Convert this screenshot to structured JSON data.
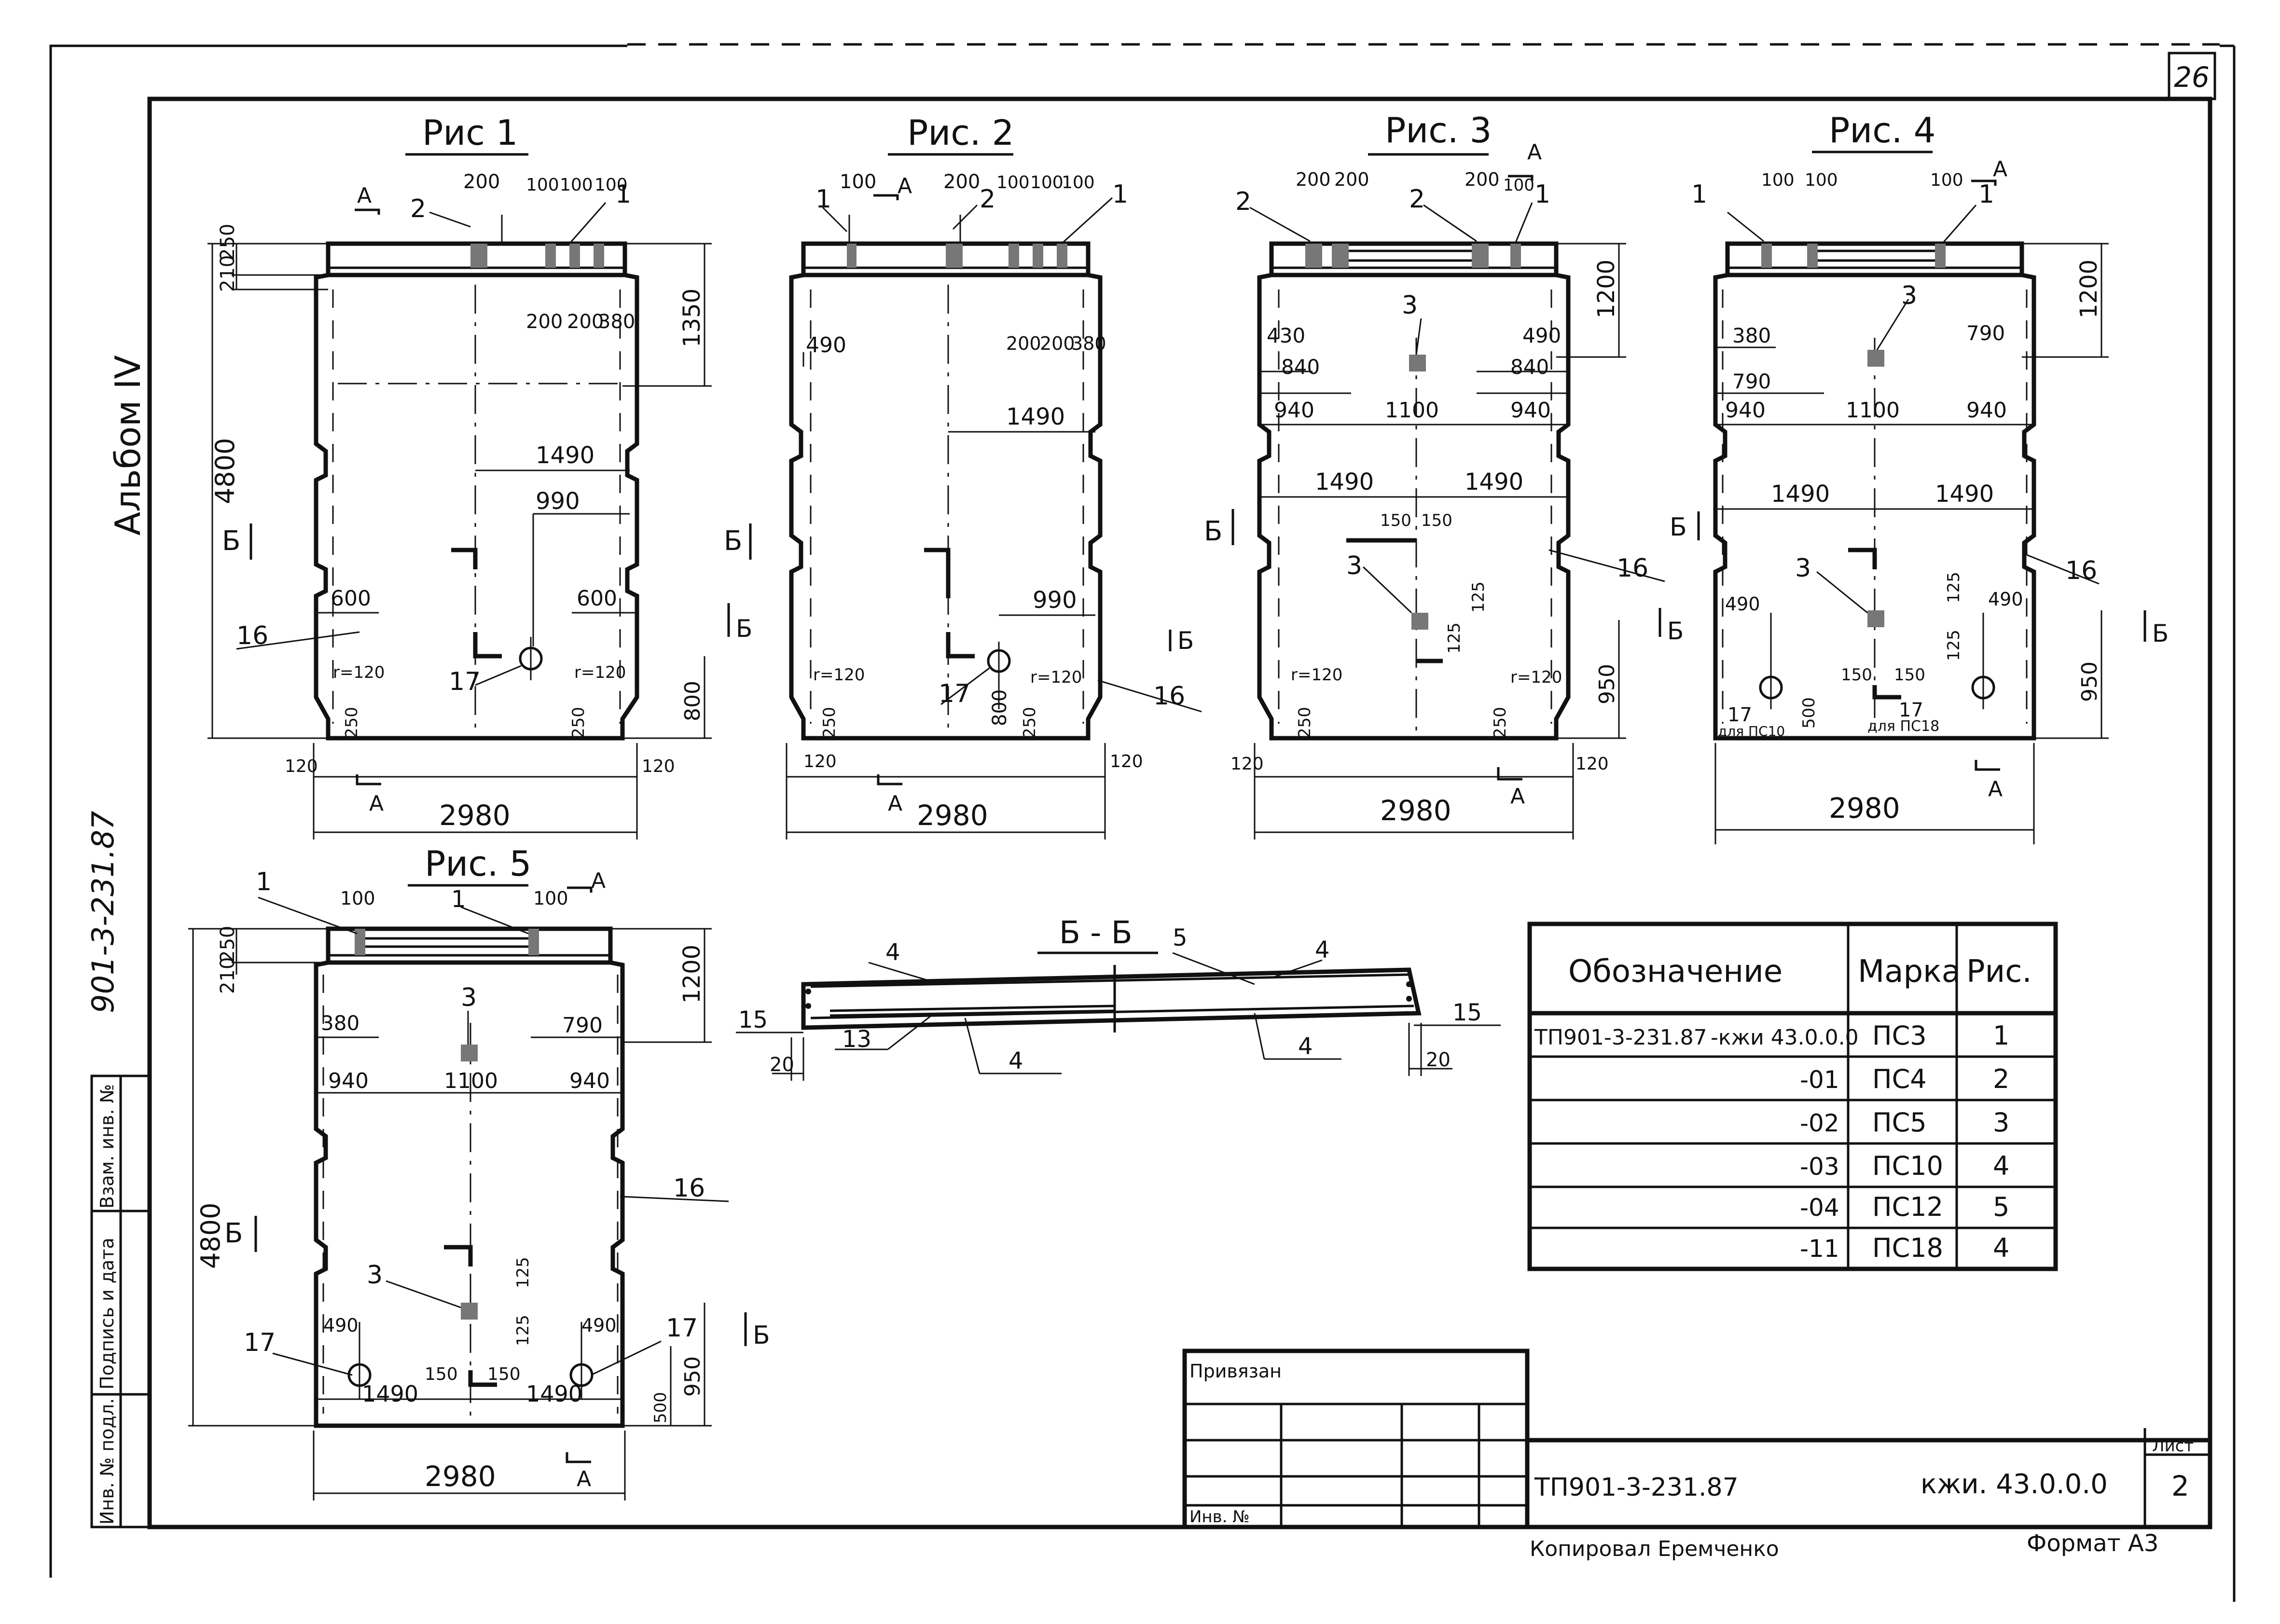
{
  "sheet": {
    "top_number": "26",
    "album": "Альбом IV",
    "series_vertical": "901-3-231.87",
    "copied_by": "Копировал Еремченко",
    "format": "Формат А3"
  },
  "side_stamp": {
    "inv_podl": "Инв. № подл.",
    "sign_date": "Подпись и дата",
    "vzam_inv": "Взам. инв. №"
  },
  "figures": {
    "fig1": {
      "title": "Рис 1",
      "width": "2980",
      "height": "4800",
      "dims": {
        "d200": "200",
        "d100a": "100",
        "d100b": "100",
        "d100c": "100",
        "h250": "250",
        "h210": "210",
        "d200b": "200",
        "d200c": "200",
        "d380": "380",
        "v1350": "1350",
        "d1490": "1490",
        "d990": "990",
        "d600l": "600",
        "d600r": "600",
        "r120l": "r=120",
        "r120r": "r=120",
        "b250l": "250",
        "b250r": "250",
        "v800": "800",
        "e120l": "120",
        "e120r": "120"
      },
      "callouts": {
        "c2": "2",
        "c1": "1",
        "c16": "16",
        "c17": "17"
      },
      "sections": {
        "aTop": "А",
        "aBot": "А",
        "bLeft": "Б",
        "bRight": "Б"
      }
    },
    "fig2": {
      "title": "Рис. 2",
      "width": "2980",
      "dims": {
        "d100": "100",
        "d200": "200",
        "d100a": "100",
        "d100b": "100",
        "d100c": "100",
        "d490": "490",
        "d200a": "200",
        "d200b": "200",
        "d380": "380",
        "d1490": "1490",
        "d990": "990",
        "r120l": "r=120",
        "r120r": "r=120",
        "b250l": "250",
        "b250r": "250",
        "v800": "800",
        "e120l": "120",
        "e120r": "120"
      },
      "callouts": {
        "c1": "1",
        "c2": "2",
        "c1b": "1",
        "c16": "16",
        "c17": "17"
      },
      "sections": {
        "aTop": "А",
        "aBot": "А",
        "bLeft": "Б",
        "bRight": "Б"
      }
    },
    "fig3": {
      "title": "Рис. 3",
      "width": "2980",
      "dims": {
        "d200a": "200",
        "d200b": "200",
        "d200c": "200",
        "d100": "100",
        "v1200": "1200",
        "d430": "430",
        "d840l": "840",
        "d490": "490",
        "d840r": "840",
        "d940l": "940",
        "d1100": "1100",
        "d940r": "940",
        "d1490l": "1490",
        "d1490r": "1490",
        "d150a": "150",
        "d150b": "150",
        "v125a": "125",
        "v125b": "125",
        "v950": "950",
        "r120l": "r=120",
        "r120r": "r=120",
        "b250l": "250",
        "b250r": "250",
        "e120l": "120",
        "e120r": "120"
      },
      "callouts": {
        "c2a": "2",
        "c2b": "2",
        "c1": "1",
        "c3a": "3",
        "c3b": "3",
        "c16": "16"
      },
      "sections": {
        "aTop": "А",
        "aBot": "А",
        "bLeft": "Б",
        "bRight": "Б"
      }
    },
    "fig4": {
      "title": "Рис. 4",
      "width": "2980",
      "dims": {
        "d100a": "100",
        "d100b": "100",
        "d100c": "100",
        "v1200": "1200",
        "d380": "380",
        "d790a": "790",
        "d790b": "790",
        "d940l": "940",
        "d1100": "1100",
        "d940r": "940",
        "d1490l": "1490",
        "d1490r": "1490",
        "d490l": "490",
        "d490r": "490",
        "v125a": "125",
        "v125b": "125",
        "d150a": "150",
        "d150b": "150",
        "v500": "500",
        "v950": "950"
      },
      "callouts": {
        "c1a": "1",
        "c1b": "1",
        "c3a": "3",
        "c3b": "3",
        "c16": "16",
        "c17a": "17",
        "c17b": "17"
      },
      "notes": {
        "n10": "для ПС10",
        "n18": "для ПС18"
      },
      "sections": {
        "aTop": "А",
        "aBot": "А",
        "bLeft": "Б",
        "bRight": "Б"
      }
    },
    "fig5": {
      "title": "Рис. 5",
      "width": "2980",
      "height": "4800",
      "dims": {
        "d100a": "100",
        "d100b": "100",
        "h250": "250",
        "h210": "210",
        "v1200": "1200",
        "d380": "380",
        "d790": "790",
        "d940l": "940",
        "d1100": "1100",
        "d940r": "940",
        "v125a": "125",
        "v125b": "125",
        "d490l": "490",
        "d490r": "490",
        "d150a": "150",
        "d150b": "150",
        "d1490l": "1490",
        "d1490r": "1490",
        "v500": "500",
        "v950": "950"
      },
      "callouts": {
        "c1a": "1",
        "c1b": "1",
        "c3a": "3",
        "c3b": "3",
        "c16": "16",
        "c17a": "17",
        "c17b": "17"
      },
      "sections": {
        "aTop": "А",
        "aBot": "А",
        "bLeft": "Б",
        "bRight": "Б"
      }
    }
  },
  "section_bb": {
    "title": "Б - Б",
    "callouts": {
      "c4a": "4",
      "c5": "5",
      "c4b": "4",
      "c15l": "15",
      "c15r": "15",
      "c13": "13",
      "c4c": "4",
      "c4d": "4"
    },
    "dims": {
      "d20l": "20",
      "d20r": "20"
    }
  },
  "spec_table": {
    "headers": [
      "Обозначение",
      "Марка",
      "Рис."
    ],
    "rows": [
      {
        "code": "ТП901-3-231.87",
        "suffix": "-кжи 43.0.0.0",
        "mark": "ПС3",
        "fig": "1"
      },
      {
        "code": "",
        "suffix": "-01",
        "mark": "ПС4",
        "fig": "2"
      },
      {
        "code": "",
        "suffix": "-02",
        "mark": "ПС5",
        "fig": "3"
      },
      {
        "code": "",
        "suffix": "-03",
        "mark": "ПС10",
        "fig": "4"
      },
      {
        "code": "",
        "suffix": "-04",
        "mark": "ПС12",
        "fig": "5"
      },
      {
        "code": "",
        "suffix": "-11",
        "mark": "ПС18",
        "fig": "4"
      }
    ]
  },
  "title_block": {
    "privyazan": "Привязан",
    "inv_no": "Инв. №",
    "doc_code": "ТП901-3-231.87",
    "doc_mark": "кжи. 43.0.0.0",
    "sheet_label": "Лист",
    "sheet_number": "2"
  }
}
